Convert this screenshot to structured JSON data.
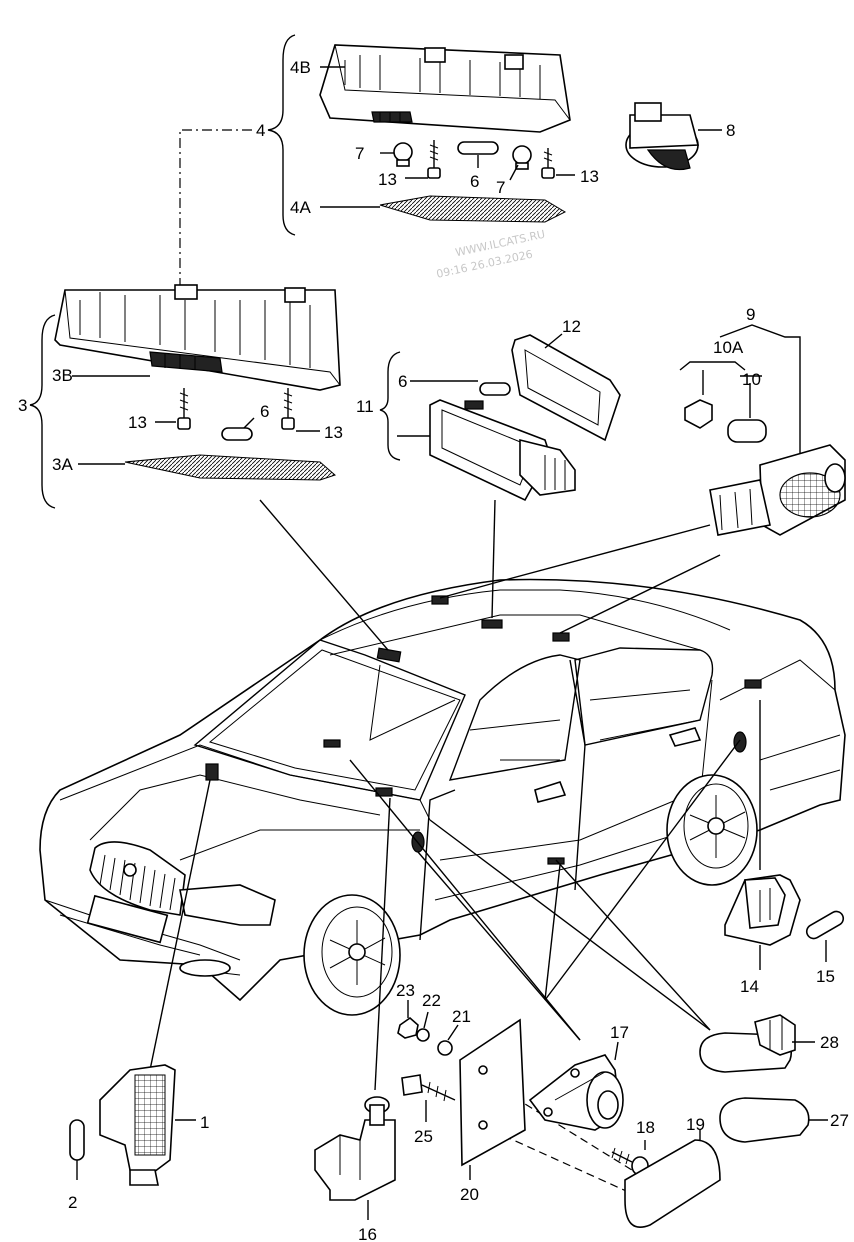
{
  "watermark": {
    "line1": "WWW.ILCATS.RU",
    "line2": "09:16 26.03.2026"
  },
  "labels": {
    "l1": "1",
    "l2": "2",
    "l3": "3",
    "l3A": "3A",
    "l3B": "3B",
    "l4": "4",
    "l4A": "4A",
    "l4B": "4B",
    "l6a": "6",
    "l6b": "6",
    "l6c": "6",
    "l7a": "7",
    "l7b": "7",
    "l8": "8",
    "l9": "9",
    "l10": "10",
    "l10A": "10A",
    "l11": "11",
    "l12": "12",
    "l13a": "13",
    "l13b": "13",
    "l13c": "13",
    "l13d": "13",
    "l14": "14",
    "l15": "15",
    "l16": "16",
    "l17": "17",
    "l18": "18",
    "l19": "19",
    "l20": "20",
    "l21": "21",
    "l22": "22",
    "l23": "23",
    "l25": "25",
    "l27": "27",
    "l28": "28"
  }
}
